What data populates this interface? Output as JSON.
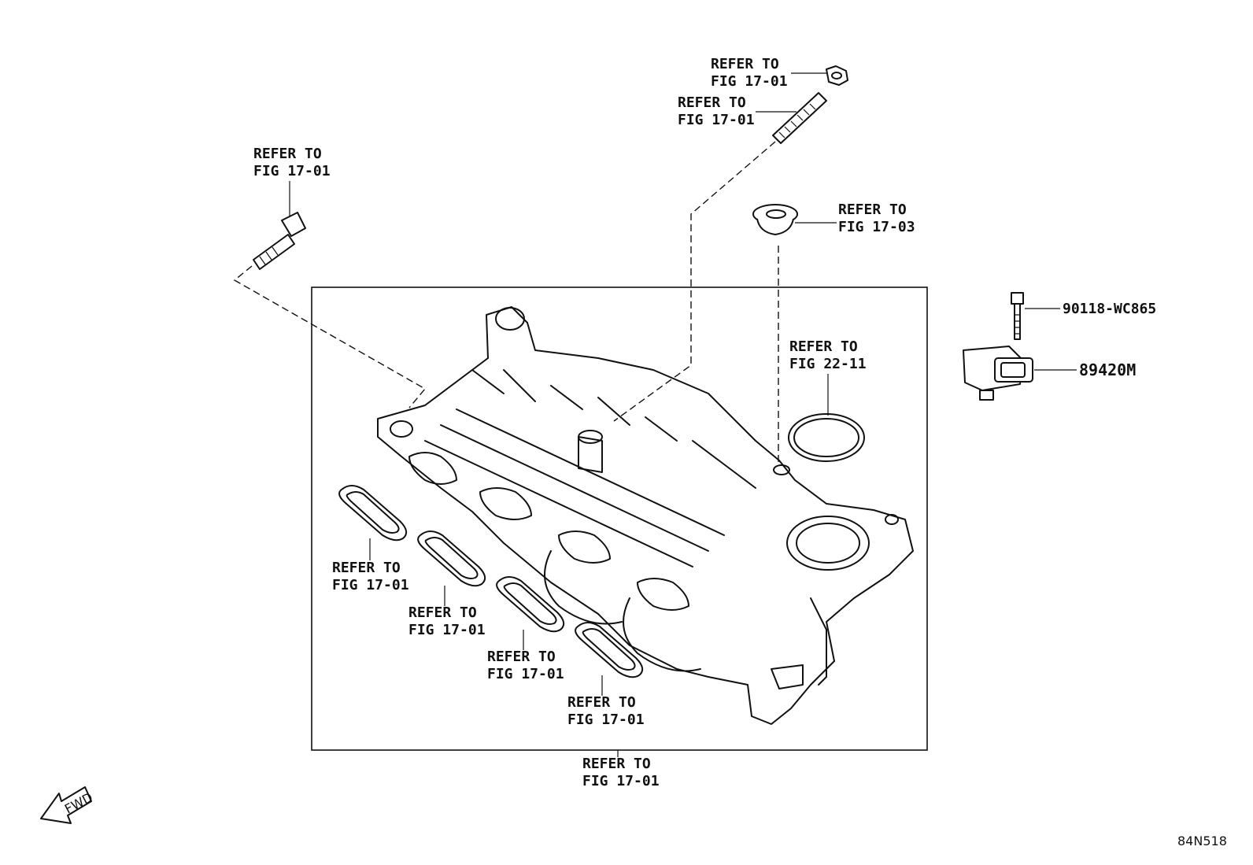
{
  "callouts": {
    "top_nut": [
      "REFER TO",
      "FIG 17-01"
    ],
    "top_stud": [
      "REFER TO",
      "FIG 17-01"
    ],
    "left_bolt": [
      "REFER TO",
      "FIG 17-01"
    ],
    "grommet": [
      "REFER TO",
      "FIG 17-03"
    ],
    "gasket_ring": [
      "REFER TO",
      "FIG 22-11"
    ],
    "gasket_1": [
      "REFER TO",
      "FIG 17-01"
    ],
    "gasket_2": [
      "REFER TO",
      "FIG 17-01"
    ],
    "gasket_3": [
      "REFER TO",
      "FIG 17-01"
    ],
    "gasket_4": [
      "REFER TO",
      "FIG 17-01"
    ],
    "manifold": [
      "REFER TO",
      "FIG 17-01"
    ]
  },
  "parts": {
    "sensor_bolt": "90118-WC865",
    "sensor": "89420M"
  },
  "fwd_label": "FWD",
  "drawing_id": "84N518"
}
